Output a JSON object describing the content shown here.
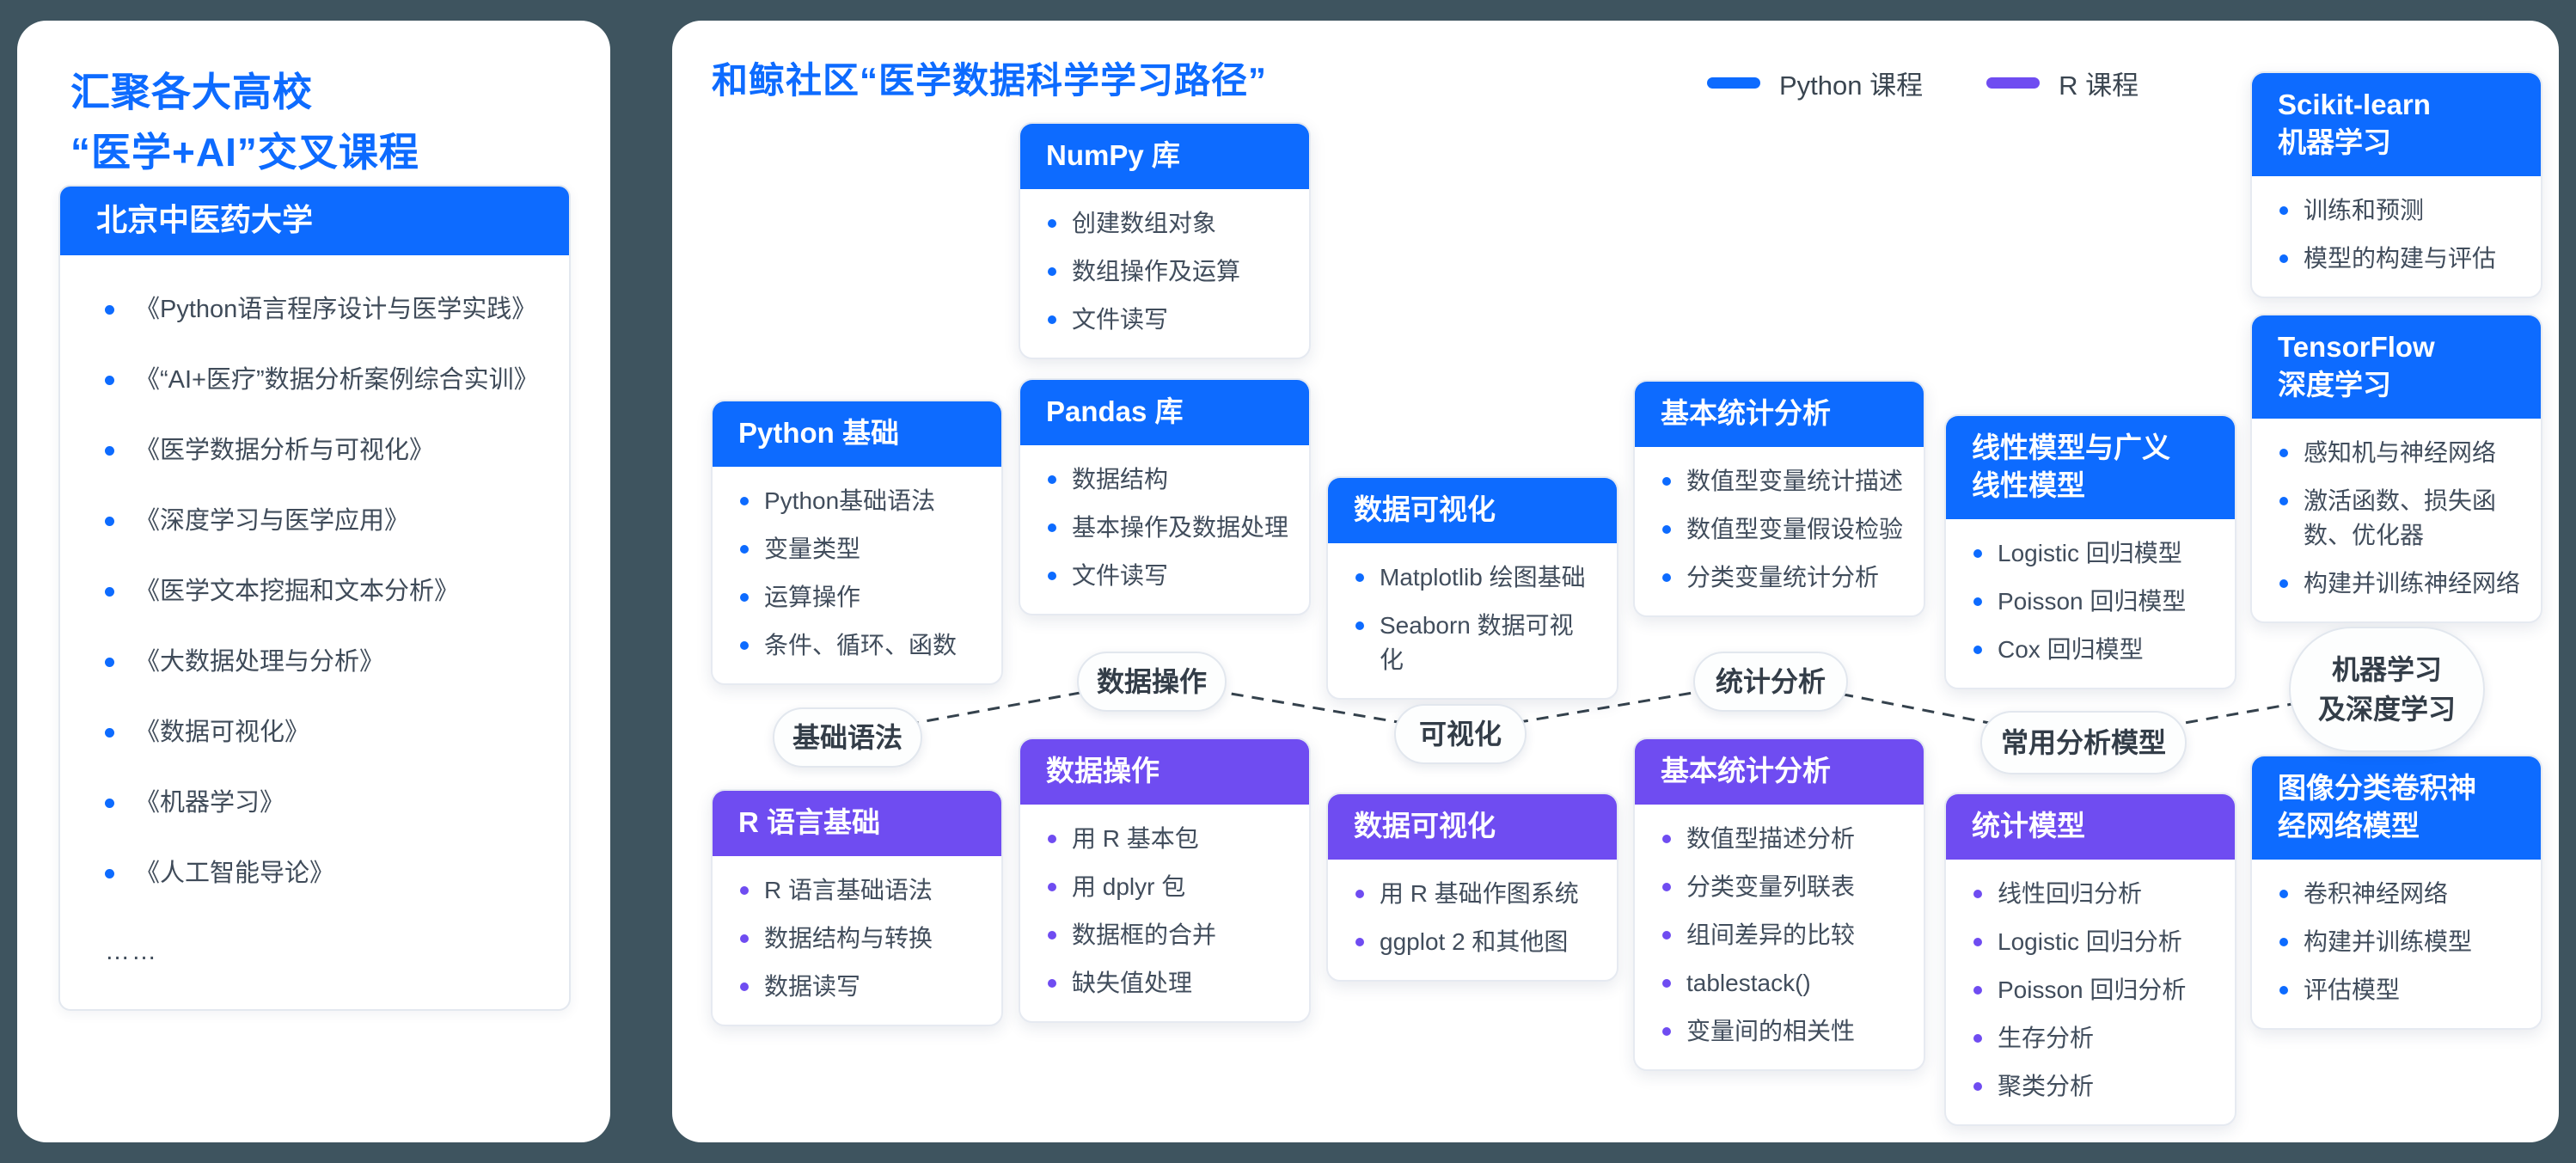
{
  "colors": {
    "background": "#3e545f",
    "python_blue": "#0d6bff",
    "r_purple": "#6f4cf1",
    "text_dark": "#3f4b59"
  },
  "left_panel": {
    "title": "汇聚各大高校\n“医学+AI”交叉课程",
    "university_card": {
      "header": "北京中医药大学",
      "courses": [
        "《Python语言程序设计与医学实践》",
        "《“AI+医疗”数据分析案例综合实训》",
        "《医学数据分析与可视化》",
        "《深度学习与医学应用》",
        "《医学文本挖掘和文本分析》",
        "《大数据处理与分析》",
        "《数据可视化》",
        "《机器学习》",
        "《人工智能导论》"
      ],
      "more": "……"
    }
  },
  "right_panel": {
    "title": "和鲸社区“医学数据科学学习路径”",
    "legend": [
      {
        "id": "python",
        "label": "Python 课程",
        "color": "#0d6bff"
      },
      {
        "id": "r",
        "label": "R 课程",
        "color": "#6f4cf1"
      }
    ],
    "cards": [
      {
        "id": "numpy",
        "theme": "blue",
        "title": "NumPy 库",
        "items": [
          "创建数组对象",
          "数组操作及运算",
          "文件读写"
        ]
      },
      {
        "id": "python-basic",
        "theme": "blue",
        "title": "Python 基础",
        "items": [
          "Python基础语法",
          "变量类型",
          "运算操作",
          "条件、循环、函数"
        ]
      },
      {
        "id": "pandas",
        "theme": "blue",
        "title": "Pandas 库",
        "items": [
          "数据结构",
          "基本操作及数据处理",
          "文件读写"
        ]
      },
      {
        "id": "dataviz-py",
        "theme": "blue",
        "title": "数据可视化",
        "items": [
          "Matplotlib 绘图基础",
          "Seaborn 数据可视化"
        ]
      },
      {
        "id": "stats-py",
        "theme": "blue",
        "title": "基本统计分析",
        "items": [
          "数值型变量统计描述",
          "数值型变量假设检验",
          "分类变量统计分析"
        ]
      },
      {
        "id": "linear-models",
        "theme": "blue",
        "title": "线性模型与广义\n线性模型",
        "items": [
          "Logistic 回归模型",
          "Poisson 回归模型",
          "Cox 回归模型"
        ]
      },
      {
        "id": "sklearn",
        "theme": "blue",
        "title": "Scikit-learn\n机器学习",
        "items": [
          "训练和预测",
          "模型的构建与评估"
        ]
      },
      {
        "id": "tensorflow",
        "theme": "blue",
        "title": "TensorFlow\n深度学习",
        "items": [
          "感知机与神经网络",
          "激活函数、损失函数、优化器",
          "构建并训练神经网络"
        ]
      },
      {
        "id": "cnn",
        "theme": "blue",
        "title": "图像分类卷积神\n经网络模型",
        "items": [
          "卷积神经网络",
          "构建并训练模型",
          "评估模型"
        ]
      },
      {
        "id": "r-basic",
        "theme": "purple",
        "title": "R 语言基础",
        "items": [
          "R 语言基础语法",
          "数据结构与转换",
          "数据读写"
        ]
      },
      {
        "id": "data-ops-r",
        "theme": "purple",
        "title": "数据操作",
        "items": [
          "用 R 基本包",
          "用 dplyr 包",
          "数据框的合并",
          "缺失值处理"
        ]
      },
      {
        "id": "dataviz-r",
        "theme": "purple",
        "title": "数据可视化",
        "items": [
          "用 R 基础作图系统",
          "ggplot 2 和其他图"
        ]
      },
      {
        "id": "stats-r",
        "theme": "purple",
        "title": "基本统计分析",
        "items": [
          "数值型描述分析",
          "分类变量列联表",
          "组间差异的比较",
          "tablestack()",
          "变量间的相关性"
        ]
      },
      {
        "id": "stat-models",
        "theme": "purple",
        "title": "统计模型",
        "items": [
          "线性回归分析",
          "Logistic 回归分析",
          "Poisson 回归分析",
          "生存分析",
          "聚类分析"
        ]
      }
    ],
    "milestones": [
      {
        "id": "basic-syntax",
        "label": "基础语法"
      },
      {
        "id": "data-ops",
        "label": "数据操作"
      },
      {
        "id": "visualization",
        "label": "可视化"
      },
      {
        "id": "stat-analysis",
        "label": "统计分析"
      },
      {
        "id": "common-models",
        "label": "常用分析模型"
      },
      {
        "id": "ml-dl",
        "label": "机器学习\n及深度学习"
      }
    ]
  }
}
